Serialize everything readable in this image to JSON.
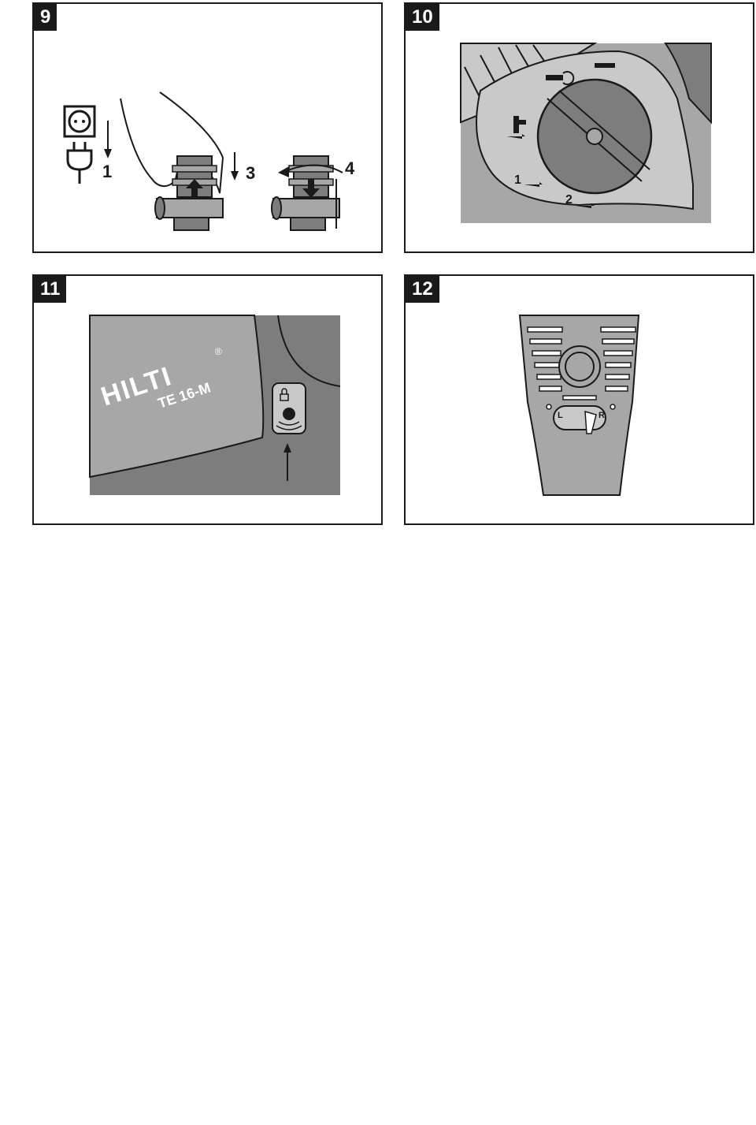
{
  "panels": [
    {
      "number": "9",
      "step_labels": [
        "1",
        "3",
        "4"
      ]
    },
    {
      "number": "10",
      "positions": [
        "1",
        "2"
      ]
    },
    {
      "number": "11",
      "brand": "HILTI",
      "model": "TE 16-M",
      "registered": "®"
    },
    {
      "number": "12",
      "left_label": "L",
      "right_label": "R"
    }
  ],
  "colors": {
    "ink": "#1a1a1a",
    "grey_dark": "#7d7d7d",
    "grey_mid": "#a7a7a7",
    "grey_light": "#c9c9c9"
  },
  "icons": [
    "socket-icon",
    "plug-icon",
    "down-arrow-icon",
    "hand-icon",
    "rotate-arrow-icon",
    "lock-icon",
    "up-arrow-icon"
  ]
}
